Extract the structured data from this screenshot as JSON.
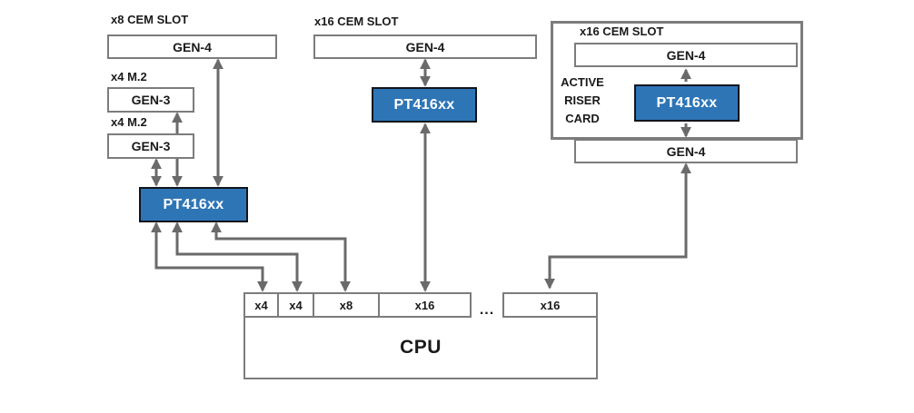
{
  "left_group": {
    "slot_label": "x8 CEM SLOT",
    "slot_gen": "GEN-4",
    "m2_label_top": "x4 M.2",
    "m2_gen_top": "GEN-3",
    "m2_label_bottom": "x4 M.2",
    "m2_gen_bottom": "GEN-3",
    "retimer": "PT416xx"
  },
  "middle_group": {
    "slot_label": "x16 CEM SLOT",
    "slot_gen": "GEN-4",
    "retimer": "PT416xx"
  },
  "right_group": {
    "slot_label": "x16 CEM SLOT",
    "slot_gen": "GEN-4",
    "riser_line1": "ACTIVE",
    "riser_line2": "RISER",
    "riser_line3": "CARD",
    "retimer": "PT416xx",
    "board_gen": "GEN-4"
  },
  "cpu": {
    "label": "CPU",
    "ports": [
      "x4",
      "x4",
      "x8",
      "x16",
      "x16"
    ],
    "ellipsis": "..."
  },
  "colors": {
    "retimer_fill": "#2E75B6",
    "retimer_border": "#10151C",
    "box_border": "#7C7C7C",
    "arrow": "#6A6A6A",
    "text": "#1A1A1A",
    "retimer_text": "#FFFFFF",
    "background": "#FFFFFF"
  }
}
